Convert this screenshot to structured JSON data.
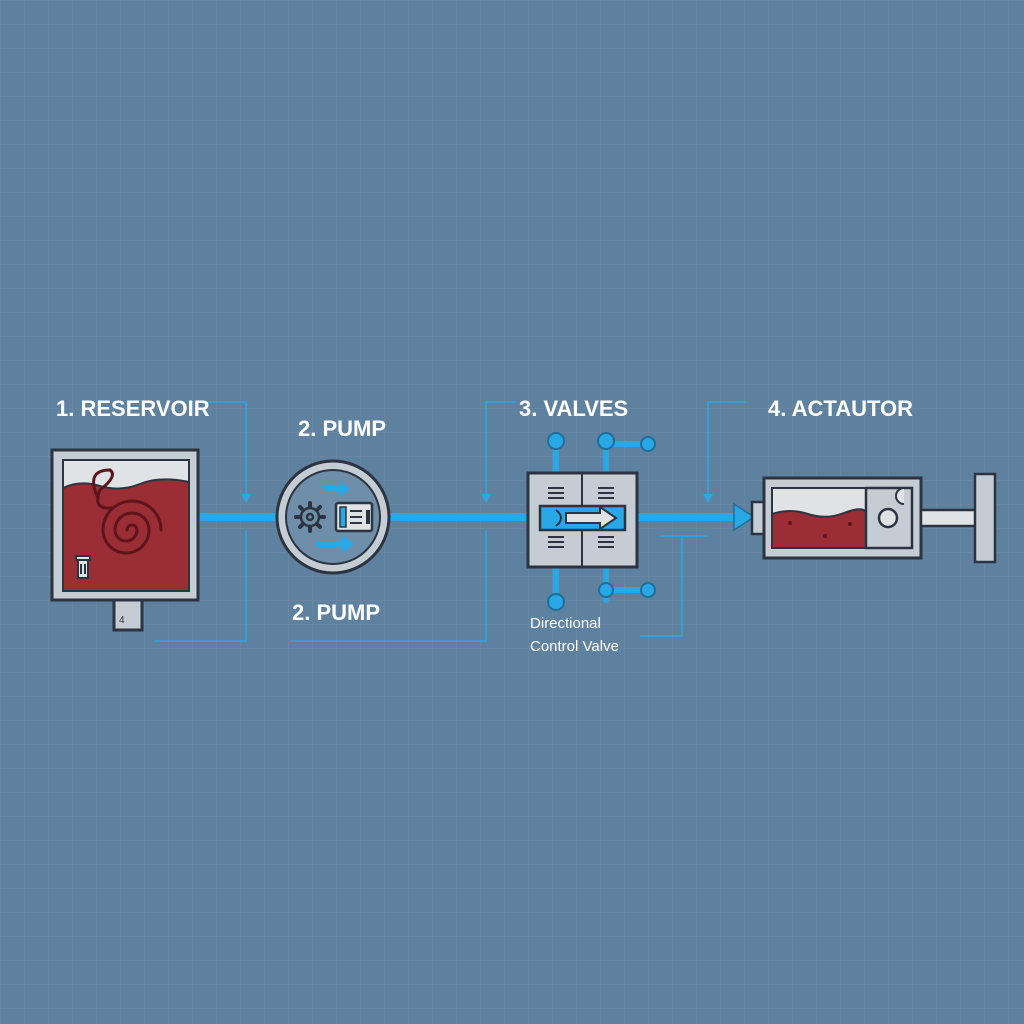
{
  "labels": {
    "reservoir": "1. RESERVOIR",
    "pump_top": "2. PUMP",
    "pump_bottom": "2. PUMP",
    "valves": "3. VALVES",
    "actuator": "4. ACTAUTOR",
    "dcv_line1": "Directional",
    "dcv_line2": "Control Valve",
    "port_number": "4"
  },
  "colors": {
    "background": "#5f81a0",
    "flow_line": "#29a8e6",
    "fluid": "#9b2d35",
    "body": "#c4ccd4",
    "outline": "#2b3440",
    "label": "#ffffff"
  },
  "icons": [
    "swirl-icon",
    "trash-icon",
    "gear-icon",
    "motor-icon",
    "flow-arrow-icon",
    "spring-icon"
  ]
}
